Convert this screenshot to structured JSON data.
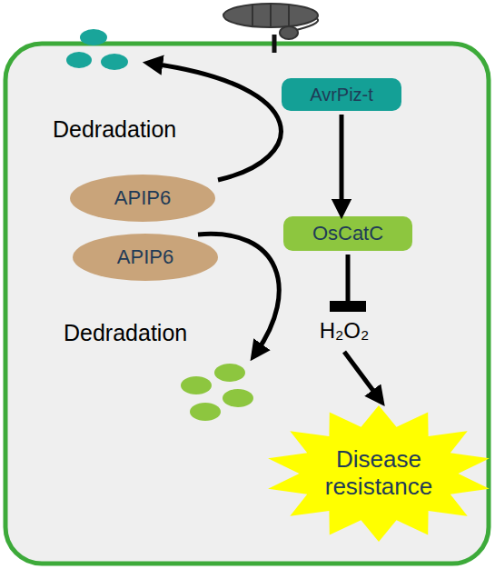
{
  "diagram": {
    "nodes": [
      {
        "text": [
          "AvrPiz-t"
        ]
      },
      {
        "text": [
          "APIP6"
        ]
      },
      {
        "text": [
          "OsCatC"
        ]
      },
      {
        "text": [
          "APIP6"
        ]
      },
      {
        "text": [
          "H₂O₂"
        ]
      },
      {
        "text": [
          "Disease resistance"
        ]
      }
    ],
    "edges": [
      {
        "from": 0,
        "to": 2,
        "arrow": "to"
      },
      {
        "from": 2,
        "to": 4,
        "arrow": "to"
      },
      {
        "from": 4,
        "to": 5,
        "arrow": "to"
      }
    ],
    "labels": [
      "Dedradation",
      "Dedradation"
    ]
  }
}
